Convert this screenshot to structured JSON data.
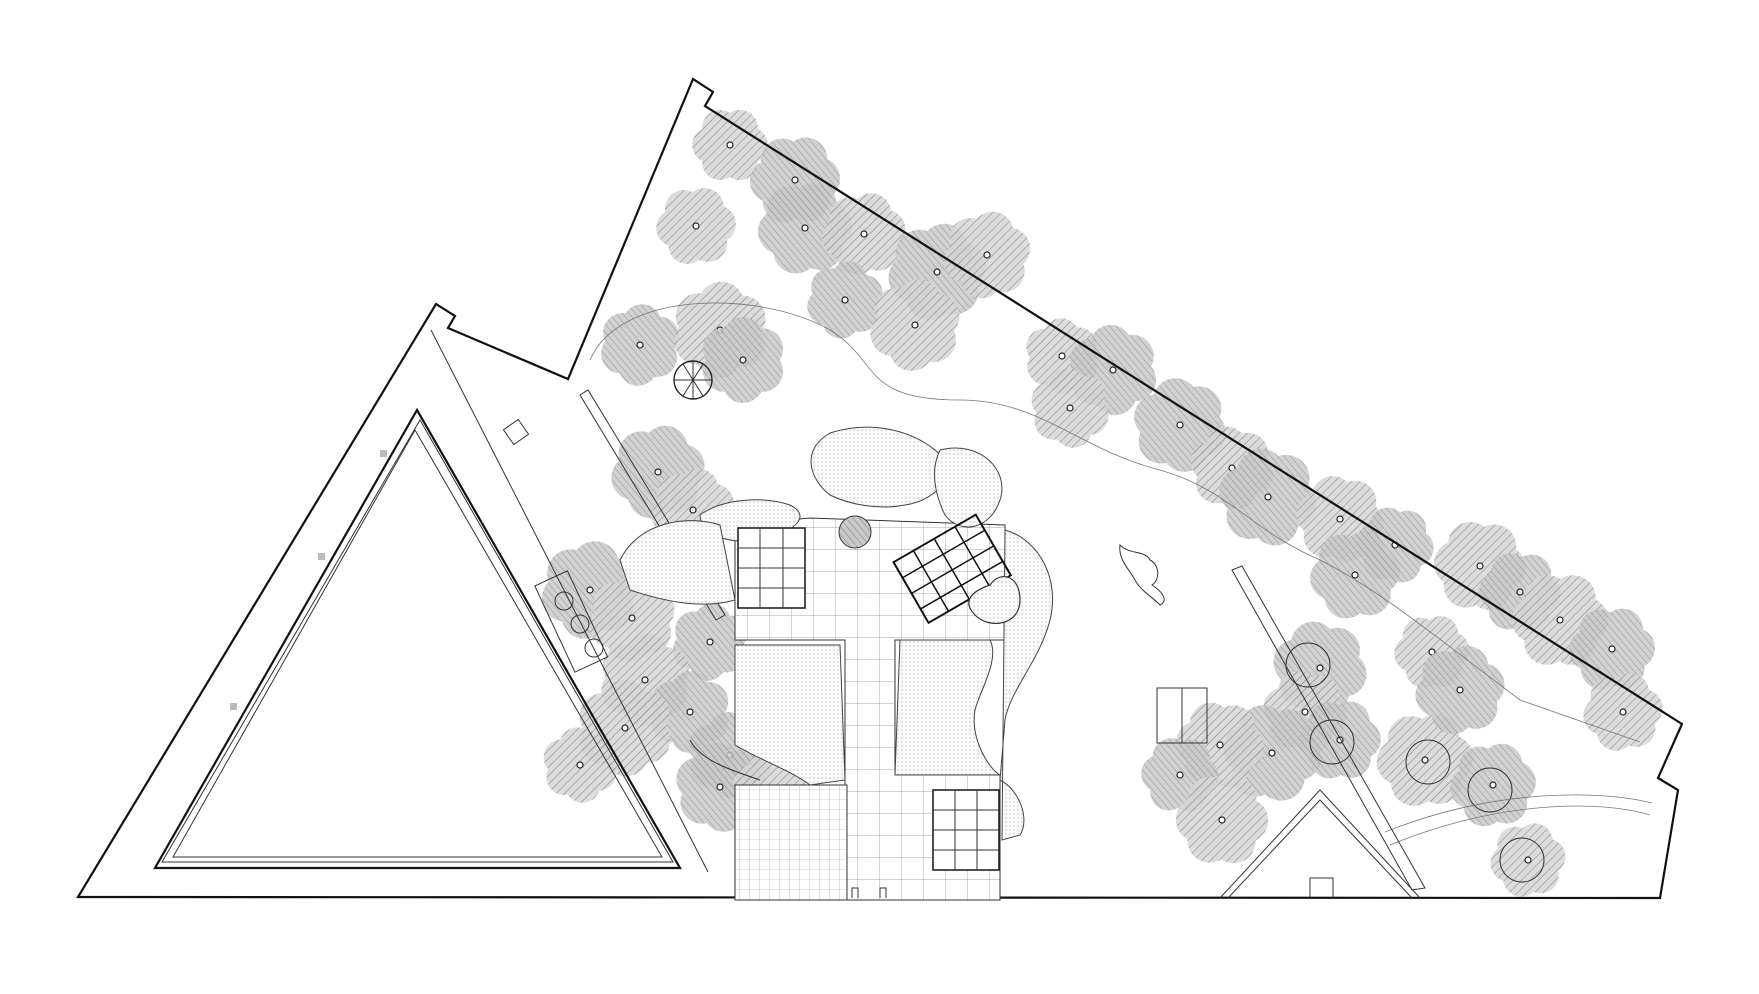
{
  "plan": {
    "type": "site-plan",
    "text_labels": [],
    "colors": {
      "background": "#ffffff",
      "line": "#111111",
      "tree_canopy": "#9a9a9a",
      "hatch": "#6e6e6e",
      "paving_grid": "#8a8a8a"
    },
    "features": {
      "boundary": "site-boundary-outline",
      "building": "triangular-building",
      "plaza": "central-paved-plaza",
      "planters": "square-planter-grids",
      "play_structure": "climbing-frame",
      "trees": "tree-canopies",
      "paths": "curved-footpaths",
      "pavilion": "gable-roof-pavilion"
    },
    "counts": {
      "tree_count": 50
    }
  }
}
